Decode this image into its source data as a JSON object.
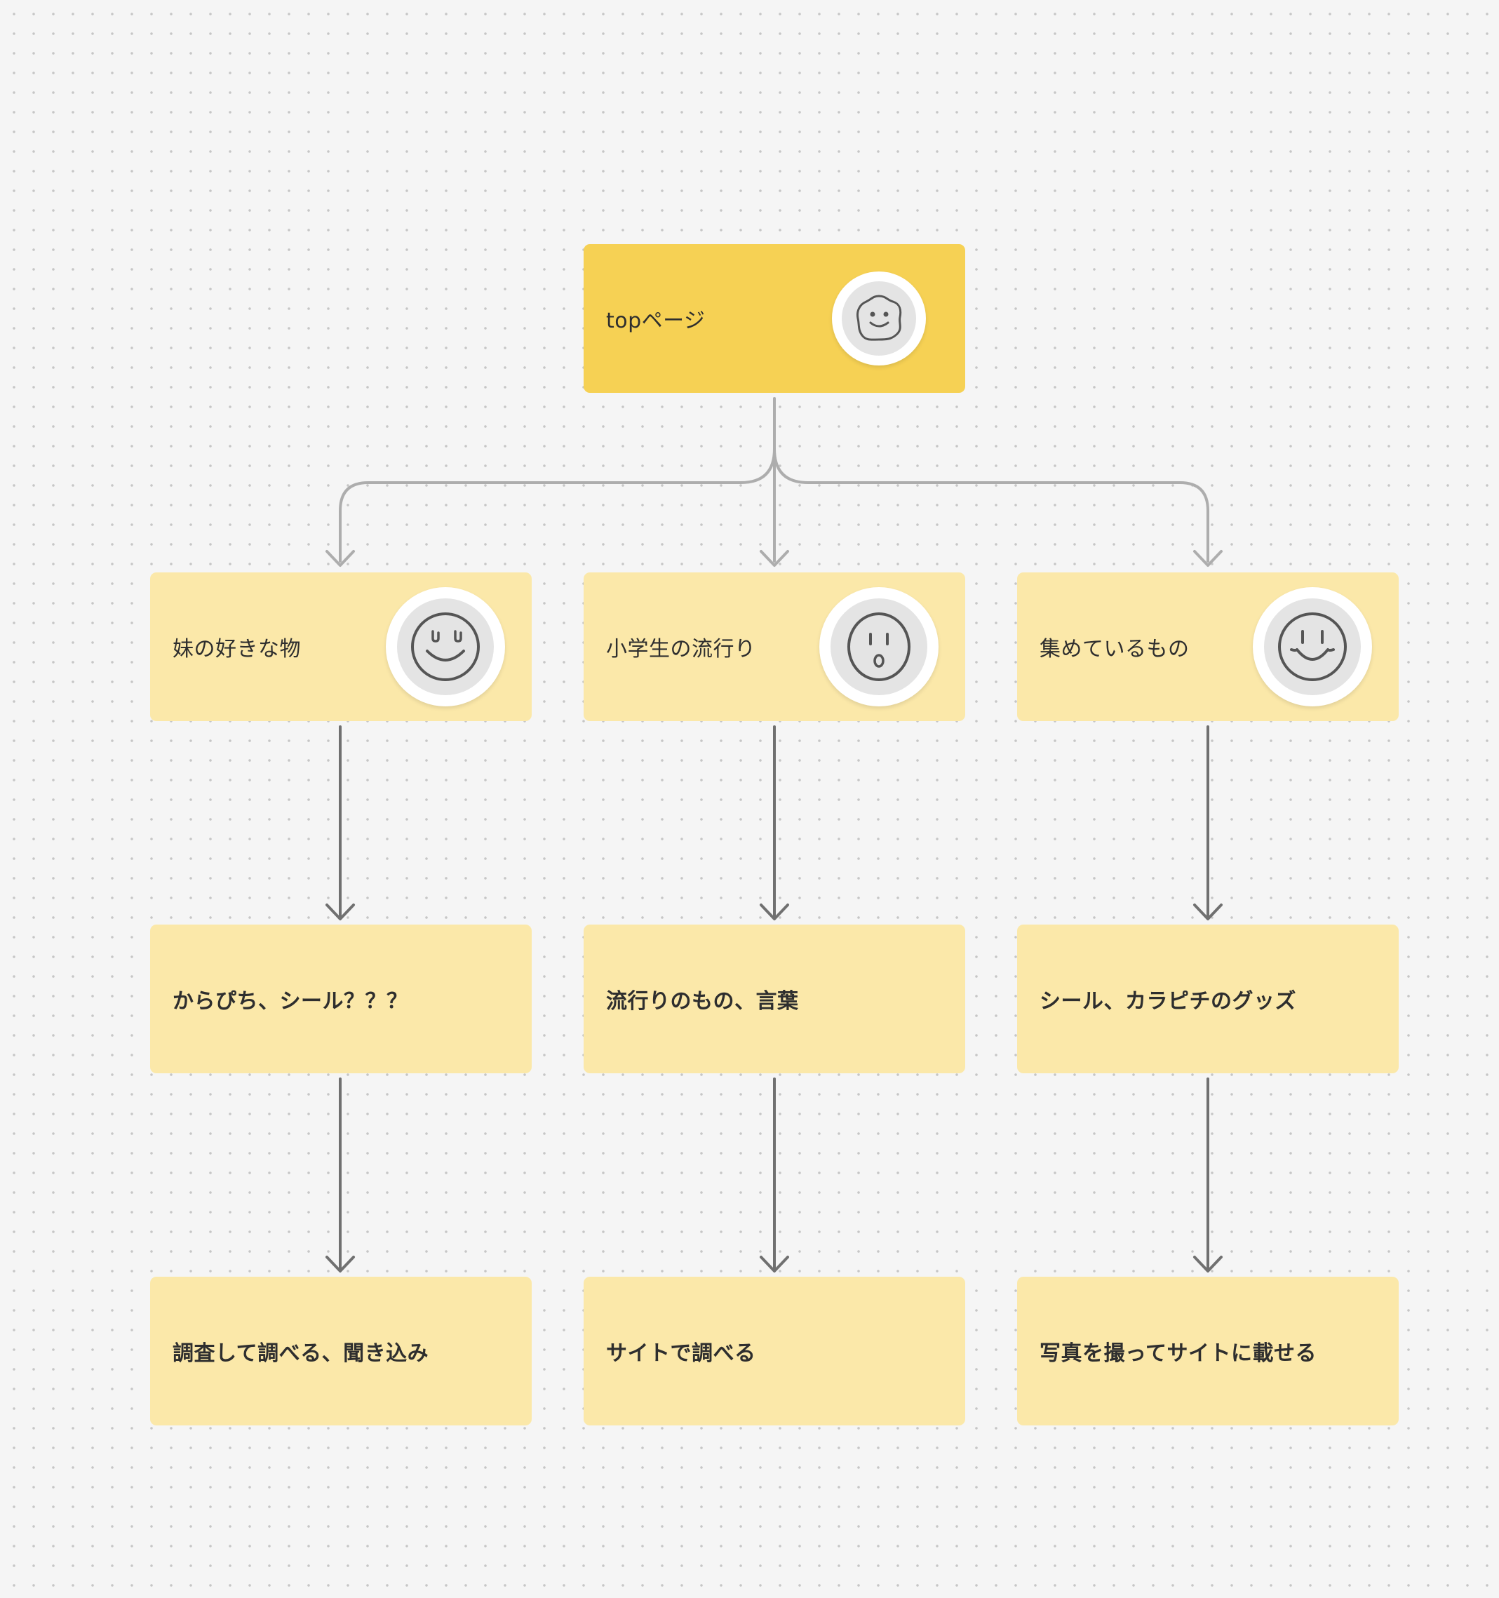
{
  "colors": {
    "root_card": "#f6d154",
    "child_card": "#fbe8a9",
    "connector_light": "#adadad",
    "connector_dark": "#707070",
    "face_stroke": "#555555"
  },
  "root": {
    "label": "topページ",
    "icon": "blob-smile-face-icon"
  },
  "columns": [
    {
      "head": {
        "label": "妹の好きな物",
        "icon": "wink-smile-face-icon"
      },
      "middle": "からぴち、シール？？？",
      "bottom": "調査して調べる、聞き込み"
    },
    {
      "head": {
        "label": "小学生の流行り",
        "icon": "surprised-face-icon"
      },
      "middle": "流行りのもの、言葉",
      "bottom": "サイトで調べる"
    },
    {
      "head": {
        "label": "集めているもの",
        "icon": "smile-face-icon"
      },
      "middle": "シール、カラピチのグッズ",
      "bottom": "写真を撮ってサイトに載せる"
    }
  ]
}
